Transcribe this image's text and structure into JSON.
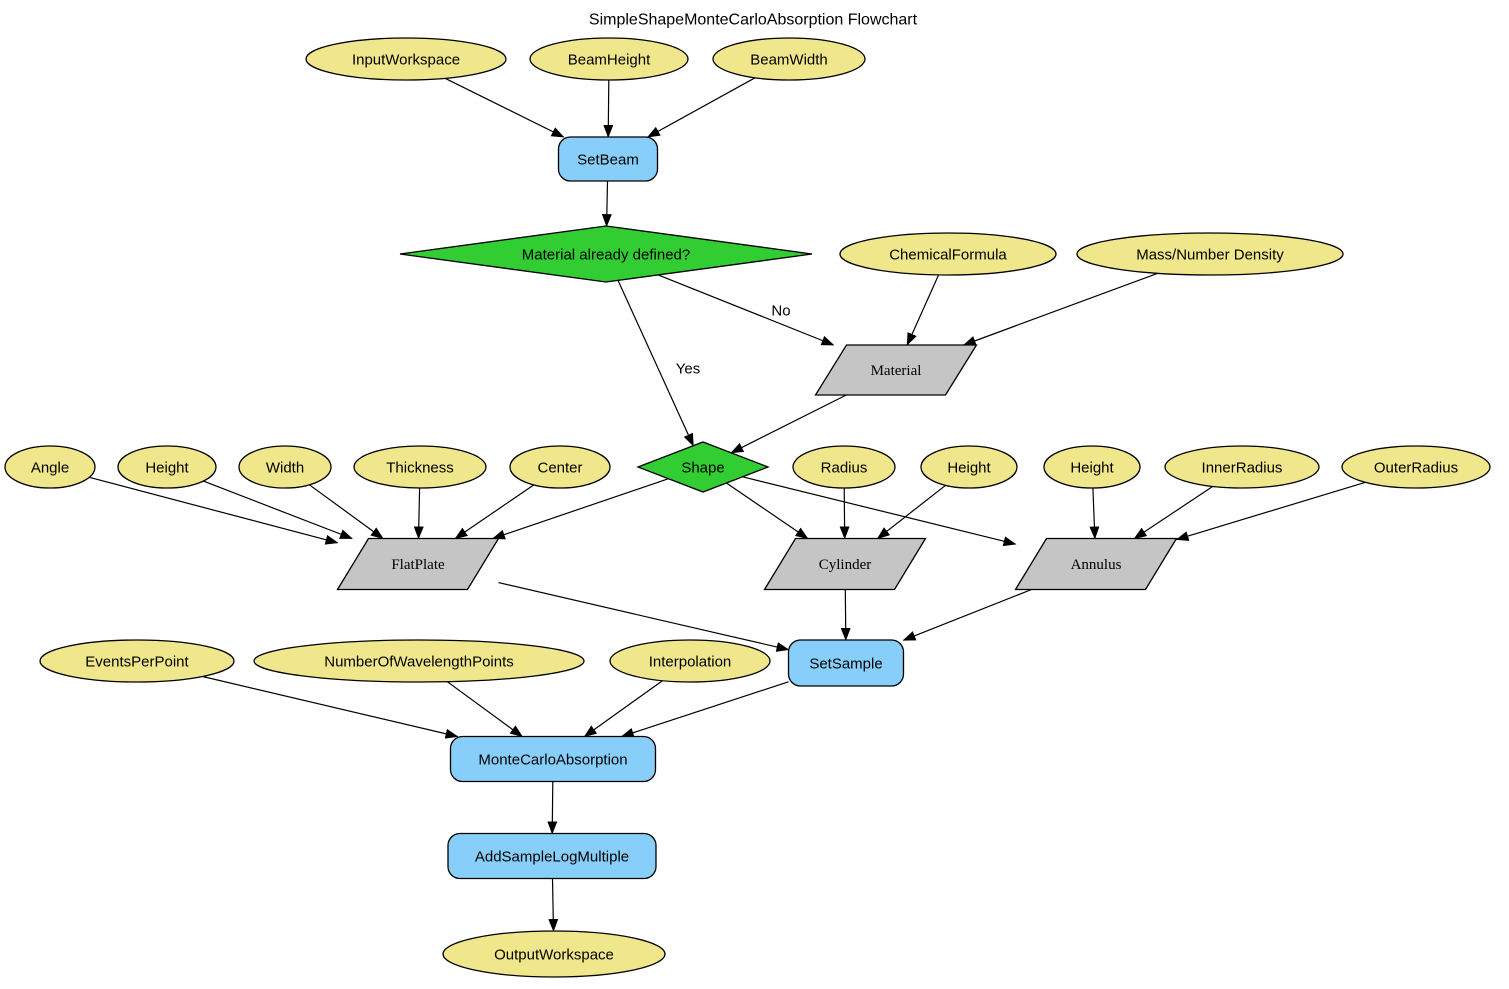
{
  "title": "SimpleShapeMonteCarloAbsorption Flowchart",
  "colors": {
    "parameter_fill": "#F0E68C",
    "algorithm_fill": "#87CEFA",
    "decision_fill": "#32CD32",
    "process_fill": "#C5C5C5",
    "outline": "#000000",
    "edge": "#000000",
    "text": "#000000",
    "background": "#FFFFFF"
  },
  "nodes": [
    {
      "id": "input-workspace",
      "label": "InputWorkspace",
      "type": "parameter"
    },
    {
      "id": "beam-height",
      "label": "BeamHeight",
      "type": "parameter"
    },
    {
      "id": "beam-width",
      "label": "BeamWidth",
      "type": "parameter"
    },
    {
      "id": "set-beam",
      "label": "SetBeam",
      "type": "algorithm"
    },
    {
      "id": "material-defined",
      "label": "Material already defined?",
      "type": "decision"
    },
    {
      "id": "chemical-formula",
      "label": "ChemicalFormula",
      "type": "parameter"
    },
    {
      "id": "mass-number-density",
      "label": "Mass/Number Density",
      "type": "parameter"
    },
    {
      "id": "material",
      "label": "Material",
      "type": "process"
    },
    {
      "id": "shape",
      "label": "Shape",
      "type": "decision"
    },
    {
      "id": "angle",
      "label": "Angle",
      "type": "parameter"
    },
    {
      "id": "height-flatplate",
      "label": "Height",
      "type": "parameter"
    },
    {
      "id": "width",
      "label": "Width",
      "type": "parameter"
    },
    {
      "id": "thickness",
      "label": "Thickness",
      "type": "parameter"
    },
    {
      "id": "center",
      "label": "Center",
      "type": "parameter"
    },
    {
      "id": "radius",
      "label": "Radius",
      "type": "parameter"
    },
    {
      "id": "height-cylinder",
      "label": "Height",
      "type": "parameter"
    },
    {
      "id": "height-annulus",
      "label": "Height",
      "type": "parameter"
    },
    {
      "id": "inner-radius",
      "label": "InnerRadius",
      "type": "parameter"
    },
    {
      "id": "outer-radius",
      "label": "OuterRadius",
      "type": "parameter"
    },
    {
      "id": "flat-plate",
      "label": "FlatPlate",
      "type": "process"
    },
    {
      "id": "cylinder",
      "label": "Cylinder",
      "type": "process"
    },
    {
      "id": "annulus",
      "label": "Annulus",
      "type": "process"
    },
    {
      "id": "set-sample",
      "label": "SetSample",
      "type": "algorithm"
    },
    {
      "id": "events-per-point",
      "label": "EventsPerPoint",
      "type": "parameter"
    },
    {
      "id": "number-of-wavelength-points",
      "label": "NumberOfWavelengthPoints",
      "type": "parameter"
    },
    {
      "id": "interpolation",
      "label": "Interpolation",
      "type": "parameter"
    },
    {
      "id": "monte-carlo-absorption",
      "label": "MonteCarloAbsorption",
      "type": "algorithm"
    },
    {
      "id": "add-sample-log-multiple",
      "label": "AddSampleLogMultiple",
      "type": "algorithm"
    },
    {
      "id": "output-workspace",
      "label": "OutputWorkspace",
      "type": "parameter"
    }
  ],
  "edges": [
    {
      "from": "input-workspace",
      "to": "set-beam",
      "label": ""
    },
    {
      "from": "beam-height",
      "to": "set-beam",
      "label": ""
    },
    {
      "from": "beam-width",
      "to": "set-beam",
      "label": ""
    },
    {
      "from": "set-beam",
      "to": "material-defined",
      "label": ""
    },
    {
      "from": "material-defined",
      "to": "material",
      "label": "No"
    },
    {
      "from": "material-defined",
      "to": "shape",
      "label": "Yes"
    },
    {
      "from": "chemical-formula",
      "to": "material",
      "label": ""
    },
    {
      "from": "mass-number-density",
      "to": "material",
      "label": ""
    },
    {
      "from": "material",
      "to": "shape",
      "label": ""
    },
    {
      "from": "shape",
      "to": "flat-plate",
      "label": ""
    },
    {
      "from": "shape",
      "to": "cylinder",
      "label": ""
    },
    {
      "from": "shape",
      "to": "annulus",
      "label": ""
    },
    {
      "from": "angle",
      "to": "flat-plate",
      "label": ""
    },
    {
      "from": "height-flatplate",
      "to": "flat-plate",
      "label": ""
    },
    {
      "from": "width",
      "to": "flat-plate",
      "label": ""
    },
    {
      "from": "thickness",
      "to": "flat-plate",
      "label": ""
    },
    {
      "from": "center",
      "to": "flat-plate",
      "label": ""
    },
    {
      "from": "radius",
      "to": "cylinder",
      "label": ""
    },
    {
      "from": "height-cylinder",
      "to": "cylinder",
      "label": ""
    },
    {
      "from": "height-annulus",
      "to": "annulus",
      "label": ""
    },
    {
      "from": "inner-radius",
      "to": "annulus",
      "label": ""
    },
    {
      "from": "outer-radius",
      "to": "annulus",
      "label": ""
    },
    {
      "from": "flat-plate",
      "to": "set-sample",
      "label": ""
    },
    {
      "from": "cylinder",
      "to": "set-sample",
      "label": ""
    },
    {
      "from": "annulus",
      "to": "set-sample",
      "label": ""
    },
    {
      "from": "set-sample",
      "to": "monte-carlo-absorption",
      "label": ""
    },
    {
      "from": "events-per-point",
      "to": "monte-carlo-absorption",
      "label": ""
    },
    {
      "from": "number-of-wavelength-points",
      "to": "monte-carlo-absorption",
      "label": ""
    },
    {
      "from": "interpolation",
      "to": "monte-carlo-absorption",
      "label": ""
    },
    {
      "from": "monte-carlo-absorption",
      "to": "add-sample-log-multiple",
      "label": ""
    },
    {
      "from": "add-sample-log-multiple",
      "to": "output-workspace",
      "label": ""
    }
  ]
}
